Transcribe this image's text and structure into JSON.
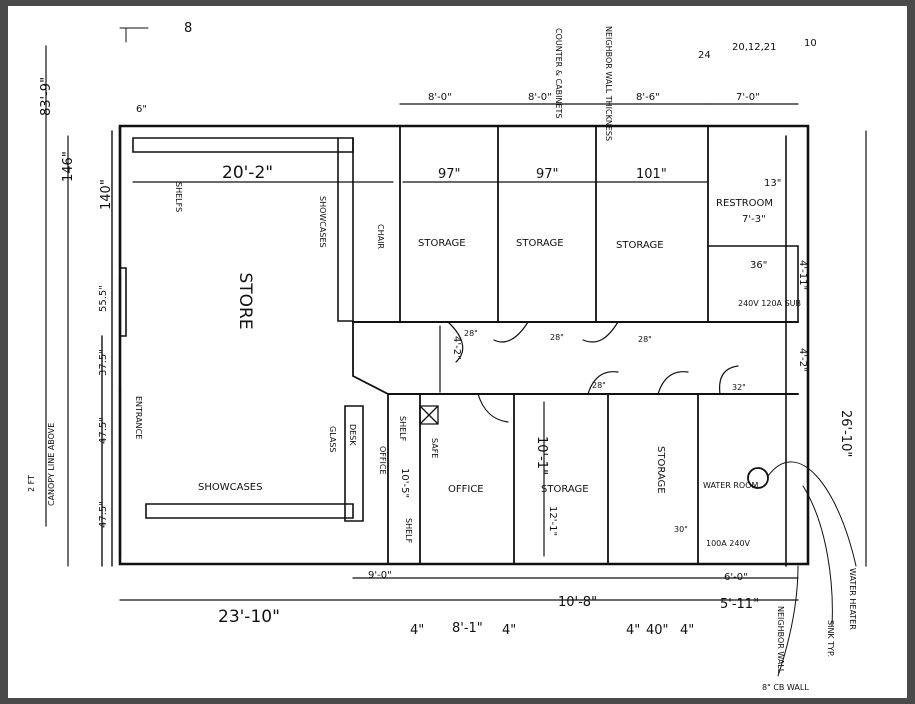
{
  "rooms": {
    "store": "STORE",
    "storage_1": "STORAGE",
    "storage_2": "STORAGE",
    "storage_3": "STORAGE",
    "restroom": "RESTROOM",
    "office": "OFFICE",
    "storage_4": "STORAGE",
    "storage_5": "STORAGE",
    "water_room": "WATER ROOM"
  },
  "labels": {
    "showcases_top": "SHOWCASES",
    "showcases_bottom": "SHOWCASES",
    "shelfs": "SHELFS",
    "chair": "CHAIR",
    "desk": "DESK",
    "glass": "GLASS",
    "shelf_left": "SHELF",
    "shelf_right": "SHELF",
    "office_small": "OFFICE",
    "safe": "SAFE",
    "entrance": "ENTRANCE",
    "canopy": "CANOPY LINE ABOVE",
    "counter_cabinets": "COUNTER & CABINETS",
    "neighbor_wall": "NEIGHBOR WALL THICKNESS",
    "water_heater": "WATER HEATER",
    "sink": "SINK TYP.",
    "neighbor_wall_bottom": "NEIGHBOR WALL",
    "cb_wall": "8\" CB WALL",
    "panel_sub": "240V 120A SUB",
    "panel_main": "100A 240V"
  },
  "dims": {
    "top_8_0_a": "8'-0\"",
    "top_8_0_b": "8'-0\"",
    "top_8_6": "8'-6\"",
    "top_7_0": "7'-0\"",
    "top_24": "24",
    "top_20_12_21": "20,12,21",
    "top_10": "10",
    "d_97_a": "97\"",
    "d_97_b": "97\"",
    "d_101": "101\"",
    "d_20_2": "20'-2\"",
    "d_146": "146\"",
    "d_140": "140\"",
    "d_83_9": "83'-9\"",
    "d_6": "6\"",
    "d_55_5": "55.5\"",
    "d_37_5": "37.5\"",
    "d_47_5_a": "47.5\"",
    "d_47_5_b": "47.5\"",
    "d_2_ft": "2 FT",
    "d_36_in": "36\"",
    "d_7_3": "7'-3\"",
    "d_28_a": "28\"",
    "d_28_b": "28\"",
    "d_28_c": "28\"",
    "d_28_d": "28\"",
    "d_32": "32\"",
    "d_4_2": "4'-2\"",
    "d_10_1": "10'-1\"",
    "d_12_1": "12'-1\"",
    "d_10_5": "10'-5\"",
    "d_26_10": "26'-10\"",
    "d_4_11": "4'-11\"",
    "d_4_2_right": "4'-2\"",
    "d_9_0": "9'-0\"",
    "d_6_0": "6'-0\"",
    "d_23_10": "23'-10\"",
    "d_4_a": "4\"",
    "d_8_1": "8'-1\"",
    "d_4_b": "4\"",
    "d_10_8": "10'-8\"",
    "d_4_c": "4\"",
    "d_40": "40\"",
    "d_4_d": "4\"",
    "d_5_11": "5'-11\"",
    "d_13": "13\"",
    "d_30": "30\"",
    "d_8_corner": "8"
  }
}
